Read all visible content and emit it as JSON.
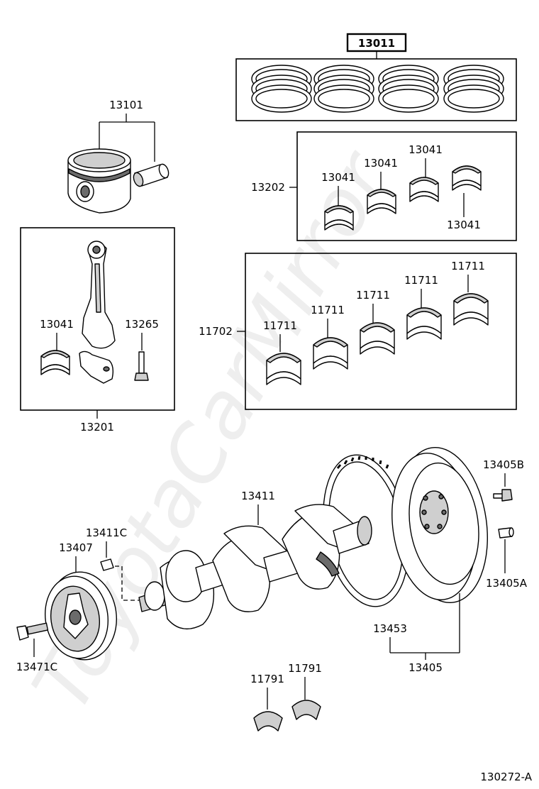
{
  "watermark": "ToyotaCarMirror",
  "figure_code": "130272-A",
  "labels": {
    "piston_ring_set": "13011",
    "piston": "13101",
    "rod_bearing_set": "13202",
    "rod_bearing_a": "13041",
    "rod_bearing_b": "13041",
    "rod_bearing_c": "13041",
    "rod_bearing_d": "13041",
    "conrod_bearing": "13041",
    "conrod_bolt": "13265",
    "conrod_assembly": "13201",
    "main_bearing_set": "11702",
    "main_bearing_a": "11711",
    "main_bearing_b": "11711",
    "main_bearing_c": "11711",
    "main_bearing_d": "11711",
    "main_bearing_e": "11711",
    "flywheel_bolt": "13405B",
    "flywheel_pin": "13405A",
    "crankshaft": "13411",
    "crank_key": "13411C",
    "pulley": "13407",
    "pulley_bolt": "13471C",
    "ring_gear": "13453",
    "flywheel": "13405",
    "thrust_washer_a": "11791",
    "thrust_washer_b": "11791"
  }
}
